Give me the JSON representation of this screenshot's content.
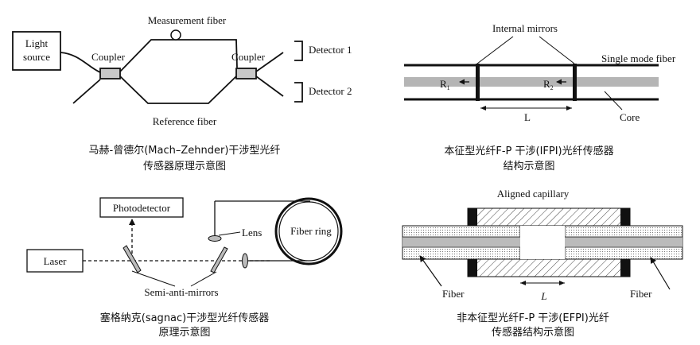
{
  "panel_mz": {
    "light_source_line1": "Light",
    "light_source_line2": "source",
    "coupler_left": "Coupler",
    "coupler_right": "Coupler",
    "measurement_fiber": "Measurement fiber",
    "reference_fiber": "Reference fiber",
    "detector1": "Detector 1",
    "detector2": "Detector 2",
    "caption_line1": "马赫-曾德尔(Mach–Zehnder)干涉型光纤",
    "caption_line2": "传感器原理示意图"
  },
  "panel_ifpi": {
    "internal_mirrors": "Internal mirrors",
    "single_mode_fiber": "Single mode fiber",
    "r1_main": "R",
    "r1_sub": "1",
    "r2_main": "R",
    "r2_sub": "2",
    "length": "L",
    "core": "Core",
    "caption_line1": "本征型光纤F-P 干涉(IFPI)光纤传感器",
    "caption_line2": "结构示意图"
  },
  "panel_sagnac": {
    "photodetector": "Photodetector",
    "laser": "Laser",
    "lens": "Lens",
    "fiber_ring": "Fiber ring",
    "semi_anti_mirrors": "Semi-anti-mirrors",
    "caption_line1": "塞格纳克(sagnac)干涉型光纤传感器",
    "caption_line2": "原理示意图"
  },
  "panel_efpi": {
    "aligned_capillary": "Aligned capillary",
    "fiber_left": "Fiber",
    "fiber_right": "Fiber",
    "length": "L",
    "caption_line1": "非本征型光纤F-P 干涉(EFPI)光纤",
    "caption_line2": "传感器结构示意图"
  }
}
